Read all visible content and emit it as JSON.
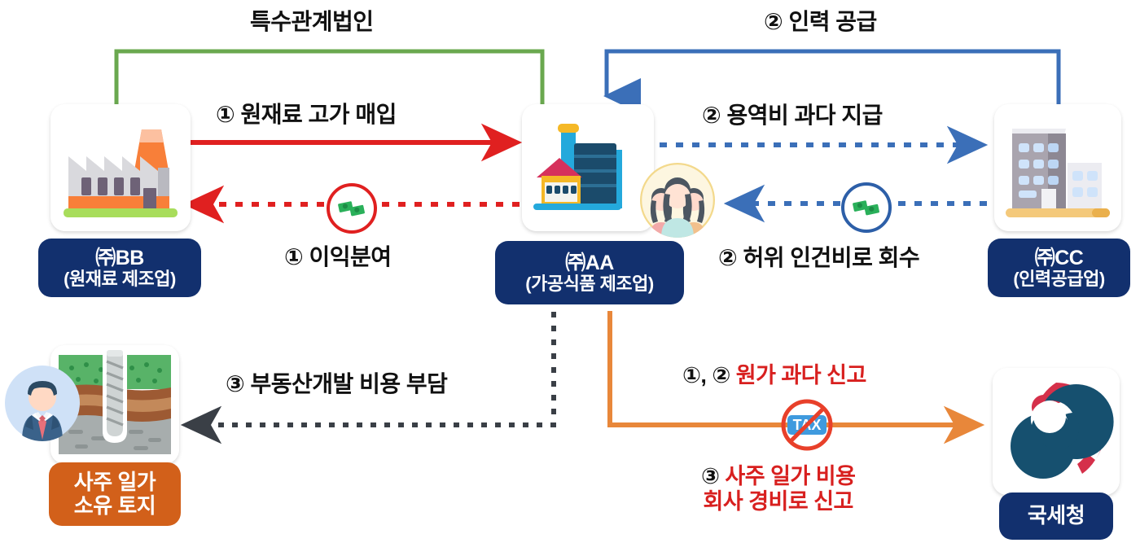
{
  "diagram": {
    "title_hidden": "",
    "colors": {
      "navy": "#12306e",
      "orange_label": "#d2601a",
      "green_line": "#6aa84f",
      "red_line": "#e02020",
      "blue_line": "#3b6fb8",
      "orange_line": "#e8873a",
      "black_dot": "#3a3f46",
      "red_text": "#d8201f"
    }
  },
  "nodes": {
    "bb": {
      "name": "㈜BB",
      "sub": "(원재료 제조업)",
      "icon": "factory-icon"
    },
    "aa": {
      "name": "㈜AA",
      "sub": "(가공식품 제조업)",
      "icon": "food-factory-icon",
      "overlay_icon": "people-group-icon"
    },
    "cc": {
      "name": "㈜CC",
      "sub": "(인력공급업)",
      "icon": "office-building-icon"
    },
    "land": {
      "line1": "사주 일가",
      "line2": "소유 토지",
      "icon": "land-drill-icon",
      "overlay_icon": "businessman-avatar-icon"
    },
    "nts": {
      "name": "국세청",
      "icon": "korea-government-taegeuk-icon"
    }
  },
  "edges": {
    "special_relation": "특수관계법인",
    "raw_material_overpay": "① 원재료 고가 매입",
    "profit_sharing": "① 이익분여",
    "manpower_supply": "② 인력 공급",
    "service_fee_overpay": "② 용역비 과다 지급",
    "false_labor_recovery": "② 허위 인건비로 회수",
    "realestate_cost_burden": "③ 부동산개발 비용 부담",
    "cost_overreport_num": "①, ②",
    "cost_overreport_text": "원가 과다 신고",
    "owner_expense_num": "③",
    "owner_expense_line1": "사주 일가 비용",
    "owner_expense_line2": "회사 경비로 신고"
  },
  "badges": {
    "tax_blocked": "TAX",
    "money_red": "money-icon",
    "money_blue": "money-icon"
  }
}
